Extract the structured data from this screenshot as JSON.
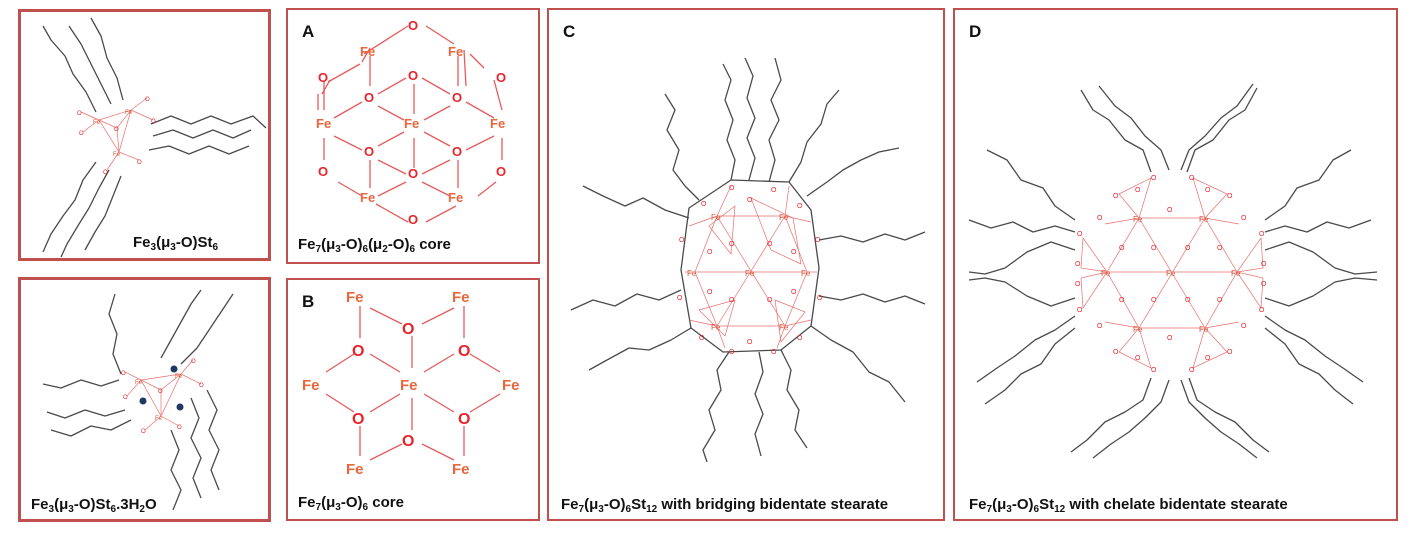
{
  "labels": {
    "fe": "Fe",
    "o": "O"
  },
  "panels": {
    "fe3_top": {
      "caption": {
        "base1": "Fe",
        "sub1": "3",
        "mid": "(μ",
        "sub2": "3",
        "mid2": "-O)St",
        "sub3": "6",
        "tail": ""
      }
    },
    "fe3_bottom": {
      "caption": {
        "base1": "Fe",
        "sub1": "3",
        "mid": "(μ",
        "sub2": "3",
        "mid2": "-O)St",
        "sub3": "6",
        "tail": ".3H",
        "sub4": "2",
        "tail2": "O"
      }
    },
    "A": {
      "letter": "A",
      "caption": {
        "base1": "Fe",
        "sub1": "7",
        "mid": "(μ",
        "sub2": "3",
        "mid2": "-O)",
        "sub3": "6",
        "mid3": "(μ",
        "sub4": "2",
        "mid4": "-O)",
        "sub5": "6",
        "tail": " core"
      }
    },
    "B": {
      "letter": "B",
      "caption": {
        "base1": "Fe",
        "sub1": "7",
        "mid": "(μ",
        "sub2": "3",
        "mid2": "-O)",
        "sub3": "6",
        "tail": " core"
      }
    },
    "C": {
      "letter": "C",
      "caption": {
        "base1": "Fe",
        "sub1": "7",
        "mid": "(μ",
        "sub2": "3",
        "mid2": "-O)",
        "sub3": "6",
        "mid3": "St",
        "sub4": "12",
        "tail": " with bridging bidentate stearate"
      }
    },
    "D": {
      "letter": "D",
      "caption": {
        "base1": "Fe",
        "sub1": "7",
        "mid": "(μ",
        "sub2": "3",
        "mid2": "-O)",
        "sub3": "6",
        "mid3": "St",
        "sub4": "12",
        "tail": " with chelate bidentate stearate"
      }
    }
  },
  "colors": {
    "panel_border": "#c0504d",
    "fe": "#e8673c",
    "oxygen": "#e8242b",
    "bond": "#e45b5b",
    "chain": "#4a4a4a",
    "water": "#1f3864"
  }
}
